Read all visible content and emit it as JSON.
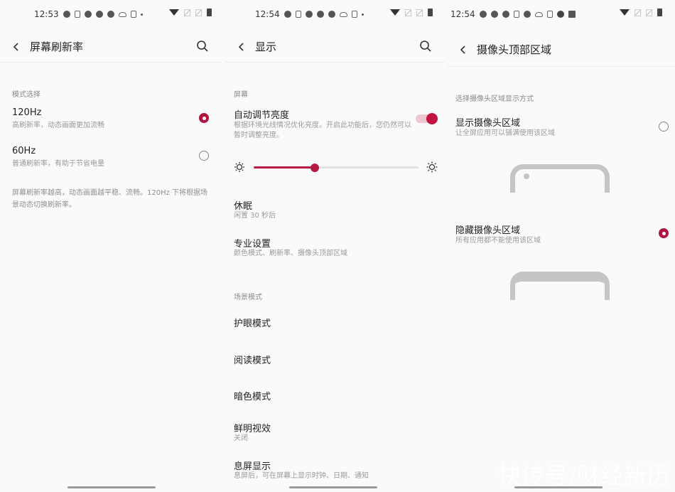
{
  "panels": {
    "refresh_rate": {
      "status_bar": {
        "time": "12:53"
      },
      "app_bar": {
        "title": "屏幕刷新率",
        "back_icon": "chevron-left-icon",
        "search_icon": "search-icon"
      },
      "section_label": "模式选择",
      "options": [
        {
          "title": "120Hz",
          "subtitle": "高刷新率，动态画面更加流畅",
          "selected": true
        },
        {
          "title": "60Hz",
          "subtitle": "普通刷新率，有助于节省电量",
          "selected": false
        }
      ],
      "note": "屏幕刷新率越高，动态画面越平稳、流畅。120Hz 下将根据场景动态切换刷新率。"
    },
    "display": {
      "status_bar": {
        "time": "12:54"
      },
      "app_bar": {
        "title": "显示",
        "back_icon": "chevron-left-icon",
        "search_icon": "search-icon"
      },
      "screen_section_label": "屏幕",
      "auto_brightness": {
        "title": "自动调节亮度",
        "subtitle": "根据环境光线情况优化亮度。开启此功能后，您仍然可以暂时调整亮度。",
        "enabled": true
      },
      "brightness_slider": {
        "value_percent": 37,
        "min_icon": "sun-low-icon",
        "max_icon": "sun-high-icon"
      },
      "items": [
        {
          "title": "休眠",
          "subtitle": "闲置 30 秒后"
        },
        {
          "title": "专业设置",
          "subtitle": "颜色模式、刷新率、摄像头顶部区域"
        }
      ],
      "scene_section_label": "场景模式",
      "scene_items": [
        {
          "title": "护眼模式",
          "subtitle": ""
        },
        {
          "title": "阅读模式",
          "subtitle": ""
        },
        {
          "title": "暗色模式",
          "subtitle": ""
        },
        {
          "title": "鲜明视效",
          "subtitle": "关闭"
        },
        {
          "title": "息屏显示",
          "subtitle": "息屏后，可在屏幕上显示时钟、日期、通知"
        }
      ]
    },
    "camera_area": {
      "status_bar": {
        "time": "12:54"
      },
      "app_bar": {
        "title": "摄像头顶部区域",
        "back_icon": "chevron-left-icon"
      },
      "section_label": "选择摄像头区域显示方式",
      "options": [
        {
          "title": "显示摄像头区域",
          "subtitle": "让全屏应用可以铺满使用该区域",
          "selected": false
        },
        {
          "title": "隐藏摄像头区域",
          "subtitle": "所有应用都不能使用该区域",
          "selected": true
        }
      ]
    }
  },
  "watermark": "快传号/财经新历",
  "colors": {
    "accent": "#b0143f",
    "toggle_track": "#eec6d1",
    "background": "#fafafa",
    "secondary_text": "#9a9a9a"
  }
}
